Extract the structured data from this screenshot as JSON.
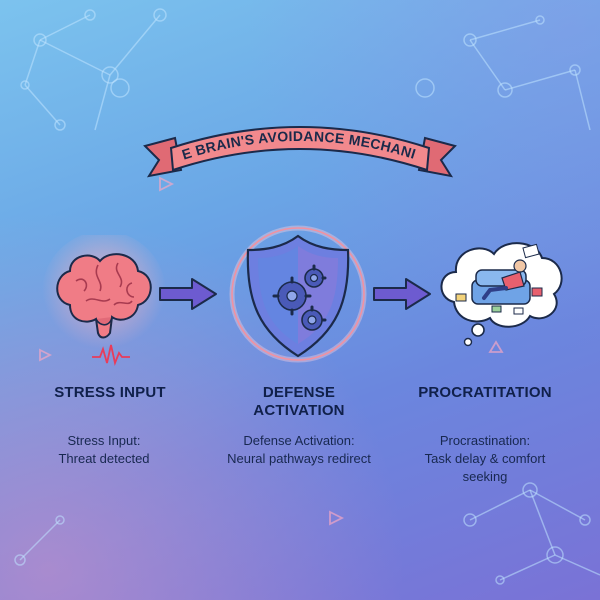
{
  "banner": {
    "title": "THE BRAIN'S AVOIDANCE MECHANISM"
  },
  "colors": {
    "banner_fill": "#f2898d",
    "banner_outline": "#1b2a4a",
    "arrow_fill": "#6d5bd0",
    "shield_fill": "#6d7fe0",
    "brain_fill": "#f07c86"
  },
  "stages": [
    {
      "title_lines": [
        "STRESS INPUT"
      ],
      "desc_lines": [
        "Stress Input:",
        "Threat detected"
      ],
      "icon": "brain-icon"
    },
    {
      "title_lines": [
        "DEFENSE",
        "ACTIVATION"
      ],
      "desc_lines": [
        "Defense Activation:",
        "Neural pathways redirect"
      ],
      "icon": "shield-gears-icon"
    },
    {
      "title_lines": [
        "PROCRATITATION"
      ],
      "desc_lines": [
        "Procrastination:",
        "Task delay & comfort",
        "seeking"
      ],
      "icon": "thought-bubble-couch-icon"
    }
  ]
}
